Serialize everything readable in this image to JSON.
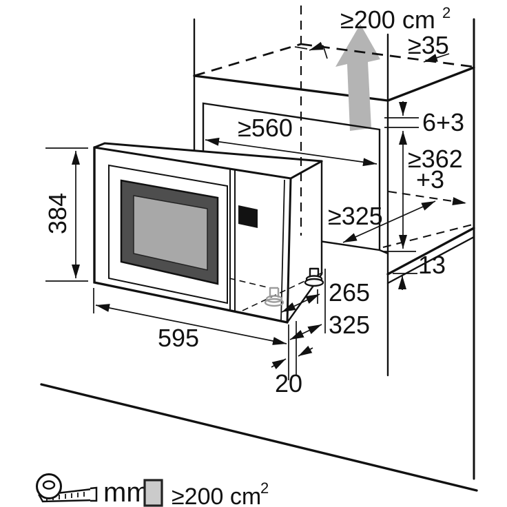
{
  "diagram": {
    "labels": {
      "top_vent": "≥200 cm",
      "top_vent_sup": "2",
      "rear_gap": "≥35",
      "top_clearance": "6+3",
      "niche_height": "≥362",
      "niche_height_tol": "+3",
      "niche_width": "≥560",
      "niche_depth": "≥325",
      "base_thickness": "13",
      "appliance_height": "384",
      "appliance_width": "595",
      "feet_setback": "265",
      "feet_depth": "325",
      "door_protrusion": "20"
    },
    "legend": {
      "unit_label": "mm",
      "vent_area": "≥200 cm",
      "vent_area_sup": "2"
    },
    "colors": {
      "line": "#111111",
      "vent_arrow": "#b4b4b4",
      "door_glass": "#a8a8a8",
      "door_frame": "#4e4e4e",
      "legend_square": "#cbcbcb"
    }
  }
}
